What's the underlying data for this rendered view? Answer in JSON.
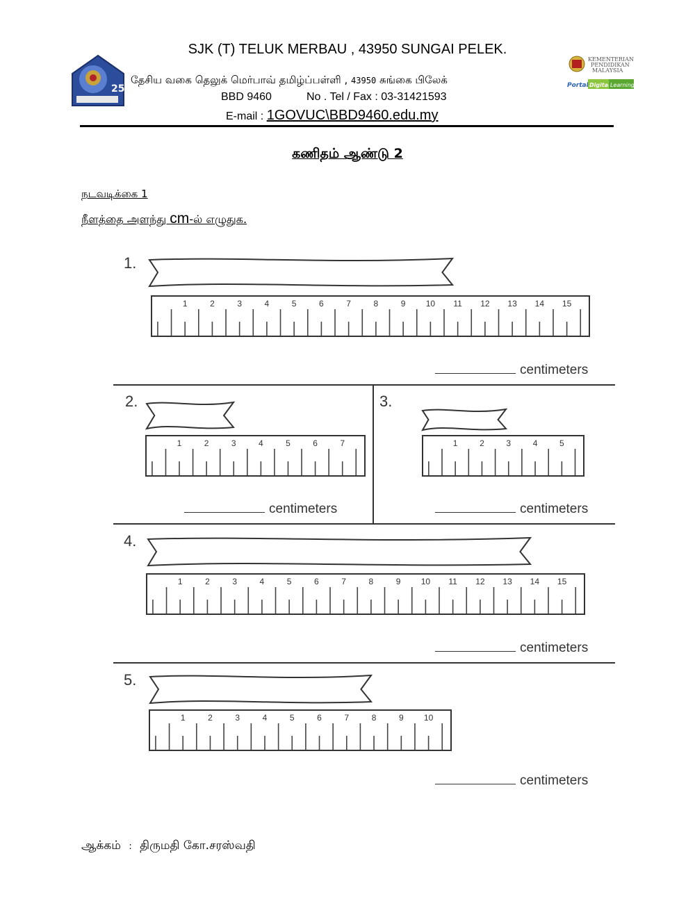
{
  "header": {
    "school_name": "SJK (T) TELUK MERBAU , 43950 SUNGAI PELEK.",
    "tamil_name": "தேசிய வகை தெலுக் மெர்பாவ் தமிழ்ப்பள்ளி ,",
    "postcode": "43950",
    "town_tamil": "சுங்கை பிலேக்",
    "school_code": "BBD 9460",
    "phone": "No . Tel / Fax : 03-31421593",
    "email_label": "E-mail :",
    "email": "1GOVUC\\BBD9460.edu.my",
    "left_logo": {
      "icon": "school-25-logo",
      "text": "25"
    },
    "right_logo": {
      "icon": "malaysia-coat-of-arms",
      "ministry": [
        "KEMENTERIAN",
        "PENDIDIKAN",
        "MALAYSIA"
      ],
      "portal": "Portal",
      "digital": "Digital",
      "learning": "Learning"
    }
  },
  "title": "கணிதம் ஆண்டு 2",
  "activity": "நடவடிக்கை 1",
  "instruction": {
    "before": "நீளத்தை அளந்து ",
    "unit": "cm",
    "after": "-ல் எழுதுக."
  },
  "questions": [
    {
      "number": "1.",
      "ruler_max": 15,
      "answer_unit": "centimeters"
    },
    {
      "number": "2.",
      "ruler_max": 7,
      "answer_unit": "centimeters"
    },
    {
      "number": "3.",
      "ruler_max": 5,
      "answer_unit": "centimeters"
    },
    {
      "number": "4.",
      "ruler_max": 15,
      "answer_unit": "centimeters"
    },
    {
      "number": "5.",
      "ruler_max": 10,
      "answer_unit": "centimeters"
    }
  ],
  "footer": {
    "author_label": "ஆக்கம்",
    "separator": ":",
    "author_name": "திருமதி கோ.சரஸ்வதி"
  }
}
